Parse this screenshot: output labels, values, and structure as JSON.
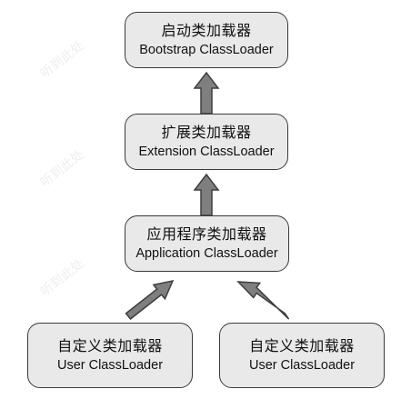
{
  "watermark_text": "听到此处",
  "boxes": {
    "bootstrap": {
      "title": "启动类加载器",
      "subtitle": "Bootstrap ClassLoader"
    },
    "extension": {
      "title": "扩展类加载器",
      "subtitle": "Extension ClassLoader"
    },
    "application": {
      "title": "应用程序类加载器",
      "subtitle": "Application ClassLoader"
    },
    "user_left": {
      "title": "自定义类加载器",
      "subtitle": "User ClassLoader"
    },
    "user_right": {
      "title": "自定义类加载器",
      "subtitle": "User ClassLoader"
    }
  },
  "colors": {
    "box_fill": "#e9e9e9",
    "box_border": "#3a3a3a",
    "arrow_fill": "#7f7f7f",
    "arrow_outline": "#3f3f3f",
    "text": "#111111"
  }
}
